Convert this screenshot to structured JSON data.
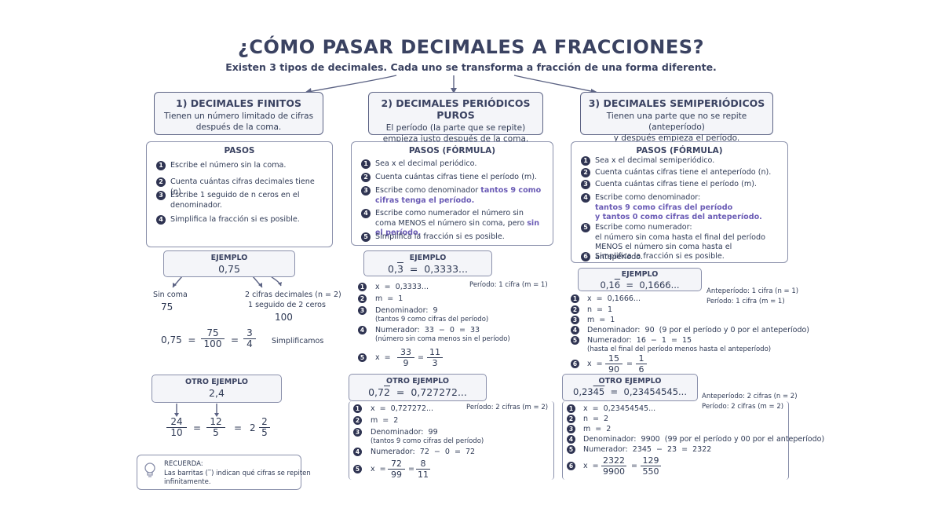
{
  "header": {
    "title": "¿CÓMO PASAR DECIMALES A FRACCIONES?",
    "subtitle": "Existen 3 tipos de decimales. Cada uno se transforma a fracción de una forma diferente."
  },
  "col1": {
    "title": "1) DECIMALES FINITOS",
    "desc1": "Tienen un número limitado de cifras",
    "desc2": "después de la coma.",
    "steps_title": "PASOS",
    "steps": [
      "Escribe el número sin la coma.",
      "Cuenta cuántas cifras decimales tiene (n).",
      "Escribe 1 seguido de n ceros en el denominador.",
      "Simplifica la fracción si es posible."
    ],
    "ex_title": "EJEMPLO",
    "ex_value": "0,75",
    "note_left": "Sin coma",
    "note_left_val": "75",
    "note_right1": "2 cifras decimales (n = 2)",
    "note_right2": "1 seguido de 2 ceros",
    "note_right_val": "100",
    "eq_lhs": "0,75  =",
    "eq_f1_top": "75",
    "eq_f1_bot": "100",
    "eq_mid": "=",
    "eq_f2_top": "3",
    "eq_f2_bot": "4",
    "eq_note": "Simplificamos",
    "ex2_title": "OTRO EJEMPLO",
    "ex2_value": "2,4",
    "ex2_f1_top": "24",
    "ex2_f1_bot": "10",
    "ex2_eq1": "=",
    "ex2_f2_top": "12",
    "ex2_f2_bot": "5",
    "ex2_eq2": "=",
    "ex2_whole": "2",
    "ex2_f3_top": "2",
    "ex2_f3_bot": "5",
    "tip_title": "RECUERDA:",
    "tip_text1": "Las barritas (‾) indican qué cifras se repiten",
    "tip_text2": "infinitamente."
  },
  "col2": {
    "title": "2) DECIMALES PERIÓDICOS PUROS",
    "desc1": "El período (la parte que se repite)",
    "desc2": "empieza justo después de la coma.",
    "steps_title": "PASOS (FÓRMULA)",
    "s1": "Sea x el decimal periódico.",
    "s2": "Cuenta cuántas cifras tiene el período (m).",
    "s3a": "Escribe como denominador ",
    "s3b": "tantos 9 como cifras tenga el período.",
    "s4a": "Escribe como numerador el número sin coma MENOS el número sin coma, pero ",
    "s4b": "sin el período.",
    "s5": "Simplifica la fracción si es posible.",
    "ex_title": "EJEMPLO",
    "ex_int": "0,",
    "ex_rep": "3",
    "ex_rest": "  =  0,3333...",
    "r1": "x  =  0,3333...",
    "r1_note": "Período: 1 cifra  (m = 1)",
    "r2": "m  =  1",
    "r3": "Denominador:  9",
    "r3b": "(tantos 9 como cifras del período)",
    "r4": "Numerador:  33  −  0  =  33",
    "r4b": "(número sin coma menos sin el período)",
    "r5_lhs": "x  =",
    "r5_f1_top": "33",
    "r5_f1_bot": "9",
    "r5_eq": "=",
    "r5_f2_top": "11",
    "r5_f2_bot": "3",
    "ex2_title": "OTRO EJEMPLO",
    "ex2_int": "0,7",
    "ex2_rep": "2",
    "ex2_rest": "  =  0,727272...",
    "q1": "x  =  0,727272...",
    "q1_note": "Período: 2 cifras  (m = 2)",
    "q2": "m  =  2",
    "q3": "Denominador:  99",
    "q3b": "(tantos 9 como cifras del período)",
    "q4": "Numerador:  72  −  0  =  72",
    "q5_lhs": "x  =",
    "q5_f1_top": "72",
    "q5_f1_bot": "99",
    "q5_eq": "=",
    "q5_f2_top": "8",
    "q5_f2_bot": "11"
  },
  "col3": {
    "title": "3) DECIMALES SEMIPERIÓDICOS",
    "desc1": "Tienen una parte que no se repite (anteperíodo)",
    "desc2": "y después empieza el período.",
    "steps_title": "PASOS (FÓRMULA)",
    "s1": "Sea x el decimal semiperiódico.",
    "s2": "Cuenta cuántas cifras tiene el anteperíodo (n).",
    "s3": "Cuenta cuántas cifras tiene el período (m).",
    "s4a": "Escribe como denominador:",
    "s4b": "tantos 9 como cifras del período",
    "s4c": "y tantos 0 como cifras del anteperíodo.",
    "s5a": "Escribe como numerador:",
    "s5b": "el número sin coma hasta el final del período",
    "s5c": "MENOS el número sin coma hasta el anteperíodo.",
    "s6": "Simplifica la fracción si es posible.",
    "ex_title": "EJEMPLO",
    "ex_int": "0,1",
    "ex_rep": "6",
    "ex_rest": "  =  0,1666...",
    "ex_note1": "Anteperíodo: 1 cifra  (n = 1)",
    "ex_note2": "Período: 1 cifra  (m = 1)",
    "r1": "x  =  0,1666...",
    "r2": "n  =  1",
    "r3": "m  =  1",
    "r4": "Denominador:  90  (9 por el período y 0 por el anteperíodo)",
    "r5": "Numerador:  16  −  1  =  15",
    "r5b": "(hasta el final del período menos hasta el anteperíodo)",
    "r6_lhs": "x  =",
    "r6_f1_top": "15",
    "r6_f1_bot": "90",
    "r6_eq": "=",
    "r6_f2_top": "1",
    "r6_f2_bot": "6",
    "ex2_title": "OTRO EJEMPLO",
    "ex2_int": "0,23",
    "ex2_rep": "45",
    "ex2_rest": "  =  0,23454545...",
    "ex2_note1": "Anteperíodo: 2 cifras  (n = 2)",
    "ex2_note2": "Período: 2 cifras  (m = 2)",
    "q1": "x  =  0,23454545...",
    "q2": "n  =  2",
    "q3": "m  =  2",
    "q4": "Denominador:  9900  (99 por el período y 00 por el anteperíodo)",
    "q5": "Numerador:  2345  −  23  =  2322",
    "q6_lhs": "x  =",
    "q6_f1_top": "2322",
    "q6_f1_bot": "9900",
    "q6_eq": "=",
    "q6_f2_top": "129",
    "q6_f2_bot": "550"
  },
  "icons": {
    "tip": "lightbulb-icon"
  },
  "colors": {
    "ink": "#2f3a55",
    "accent": "#6a5bb5",
    "card_bg": "#f4f5f9",
    "border": "#5c6384"
  }
}
